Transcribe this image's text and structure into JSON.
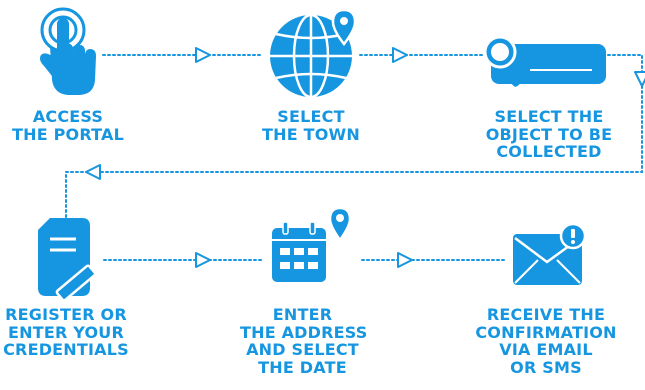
{
  "accent_color": "#1696e0",
  "steps": [
    {
      "icon": "hand-tap-icon",
      "label_lines": [
        "ACCESS",
        "THE PORTAL"
      ]
    },
    {
      "icon": "globe-pin-icon",
      "label_lines": [
        "SELECT",
        "THE TOWN"
      ]
    },
    {
      "icon": "search-bar-icon",
      "label_lines": [
        "SELECT THE",
        "OBJECT TO BE",
        "COLLECTED"
      ]
    },
    {
      "icon": "clipboard-pen-icon",
      "label_lines": [
        "REGISTER OR",
        "ENTER YOUR",
        "CREDENTIALS"
      ]
    },
    {
      "icon": "calendar-pin-icon",
      "label_lines": [
        "ENTER",
        "THE ADDRESS",
        "AND SELECT",
        "THE DATE"
      ]
    },
    {
      "icon": "envelope-alert-icon",
      "label_lines": [
        "RECEIVE THE",
        "CONFIRMATION",
        "VIA EMAIL",
        "OR SMS"
      ]
    }
  ]
}
